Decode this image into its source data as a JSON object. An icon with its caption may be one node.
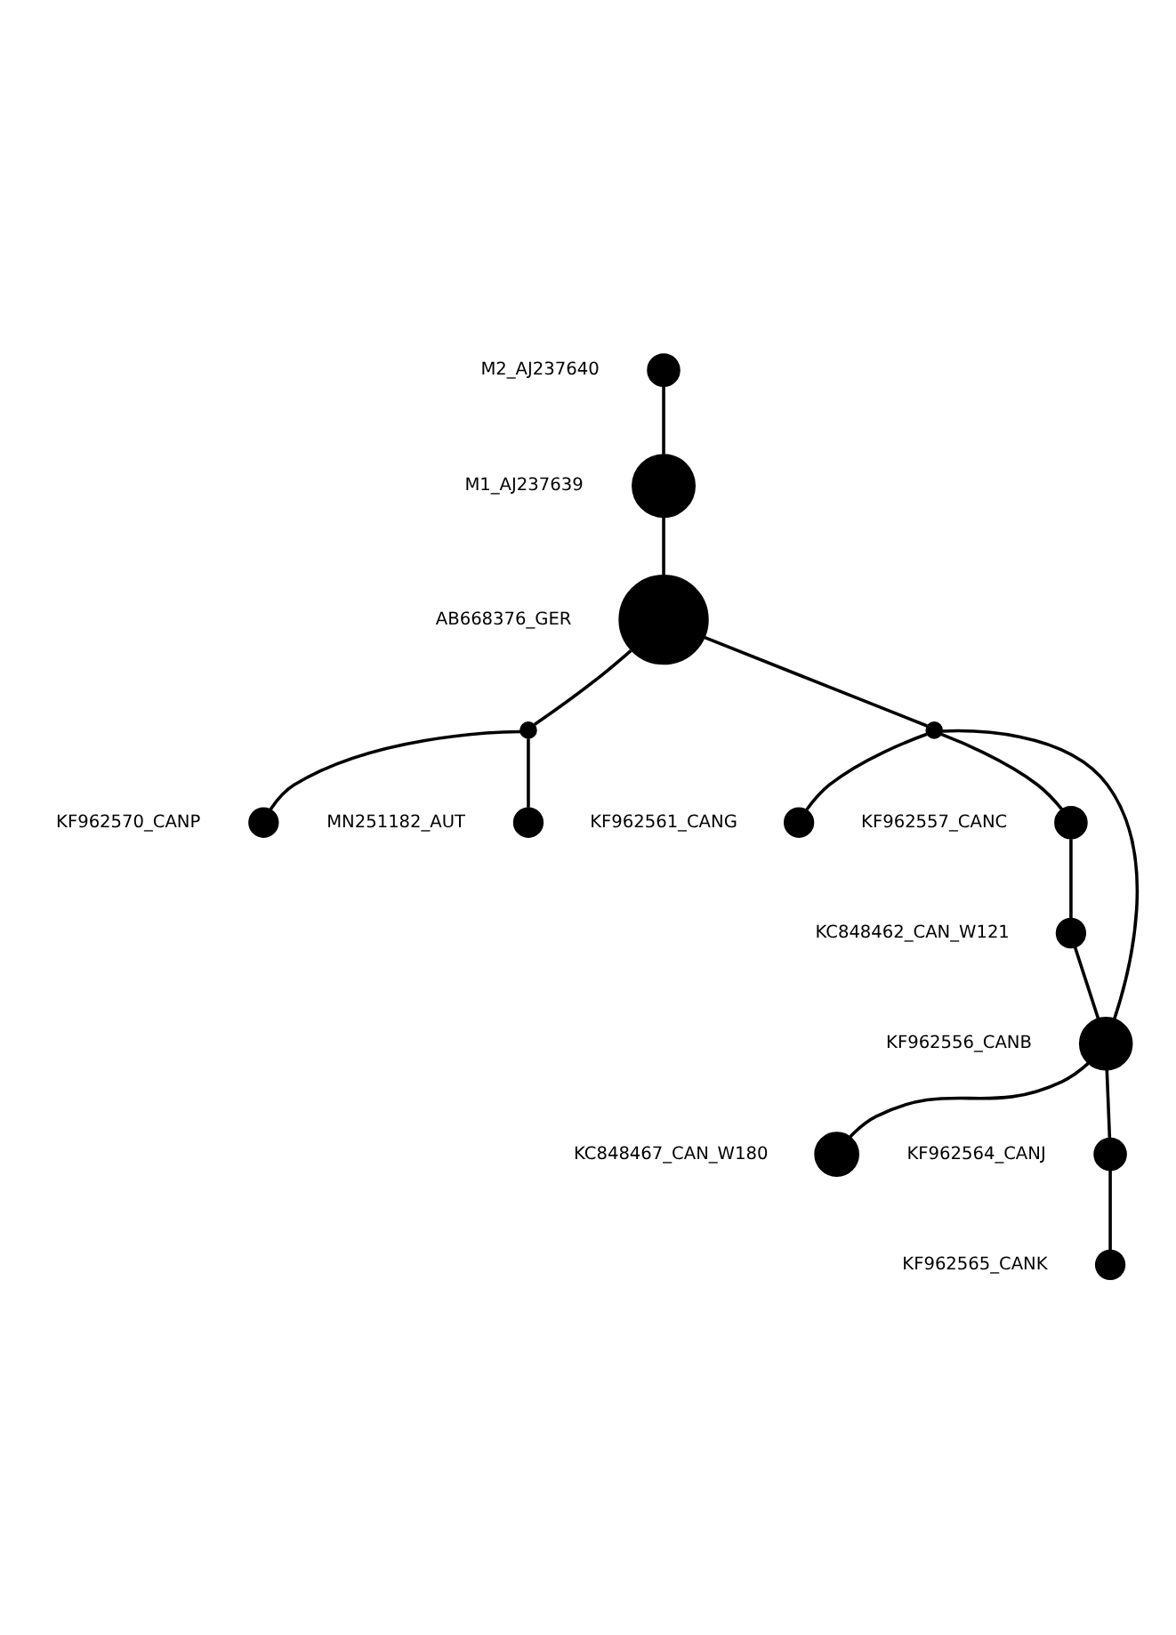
{
  "diagram": {
    "nodes": [
      {
        "text": [],
        "shape": "circle",
        "beside": [
          "M2_AJ237640"
        ]
      },
      {
        "text": [],
        "shape": "circle",
        "beside": [
          "M1_AJ237639"
        ]
      },
      {
        "text": [],
        "shape": "circle",
        "beside": [
          "KF962570_CANP"
        ]
      },
      {
        "text": [],
        "shape": "circle"
      },
      {
        "text": [],
        "shape": "circle",
        "beside": [
          "AB668376_GER"
        ]
      },
      {
        "text": [],
        "shape": "circle",
        "beside": [
          "MN251182_AUT"
        ]
      },
      {
        "text": [],
        "shape": "circle",
        "beside": [
          "KF962561_CANG"
        ]
      },
      {
        "text": [],
        "shape": "circle"
      },
      {
        "text": [],
        "shape": "circle",
        "beside": [
          "KF962557_CANC"
        ]
      },
      {
        "text": [],
        "shape": "circle",
        "beside": [
          "KF962556_CANB"
        ]
      },
      {
        "text": [],
        "shape": "circle",
        "beside": [
          "KC848462_CAN_W121"
        ]
      },
      {
        "text": [],
        "shape": "circle",
        "beside": [
          "KC848467_CAN_W180"
        ]
      },
      {
        "text": [],
        "shape": "circle",
        "beside": [
          "KF962564_CANJ"
        ]
      },
      {
        "text": [],
        "shape": "circle",
        "beside": [
          "KF962565_CANK"
        ]
      }
    ],
    "edges": [
      {
        "from": 0,
        "to": 1,
        "arrow": "none"
      },
      {
        "from": 1,
        "to": 4,
        "arrow": "none"
      },
      {
        "from": 4,
        "to": 3,
        "arrow": "none"
      },
      {
        "from": 3,
        "to": 2,
        "arrow": "none"
      },
      {
        "from": 3,
        "to": 5,
        "arrow": "none"
      },
      {
        "from": 4,
        "to": 7,
        "arrow": "none"
      },
      {
        "from": 7,
        "to": 6,
        "arrow": "none"
      },
      {
        "from": 7,
        "to": 8,
        "arrow": "none"
      },
      {
        "from": 7,
        "to": 9,
        "arrow": "none"
      },
      {
        "from": 8,
        "to": 10,
        "arrow": "none"
      },
      {
        "from": 10,
        "to": 9,
        "arrow": "none"
      },
      {
        "from": 9,
        "to": 11,
        "arrow": "none"
      },
      {
        "from": 9,
        "to": 12,
        "arrow": "none"
      },
      {
        "from": 12,
        "to": 13,
        "arrow": "none"
      }
    ]
  }
}
